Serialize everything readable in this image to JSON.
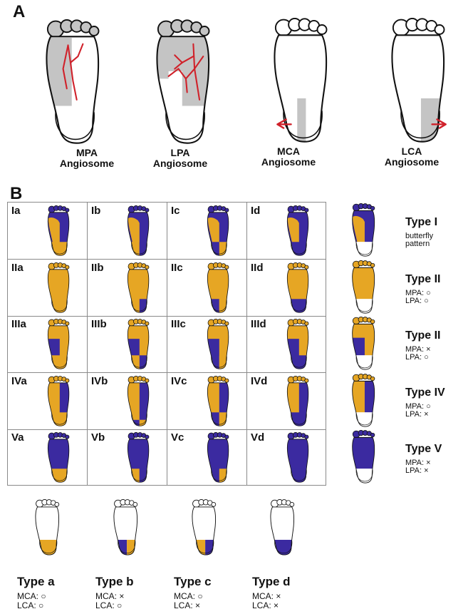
{
  "panel_a": {
    "letter": "A",
    "feet": [
      {
        "line1": "MPA",
        "line2": "Angiosome"
      },
      {
        "line1": "LPA",
        "line2": "Angiosome"
      },
      {
        "line1": "MCA",
        "line2": "Angiosome"
      },
      {
        "line1": "LCA",
        "line2": "Angiosome"
      }
    ]
  },
  "panel_b": {
    "letter": "B",
    "grid_labels": [
      [
        "Ia",
        "Ib",
        "Ic",
        "Id"
      ],
      [
        "IIa",
        "IIb",
        "IIc",
        "IId"
      ],
      [
        "IIIa",
        "IIIb",
        "IIIc",
        "IIId"
      ],
      [
        "IVa",
        "IVb",
        "IVc",
        "IVd"
      ],
      [
        "Va",
        "Vb",
        "Vc",
        "Vd"
      ]
    ],
    "row_types": [
      {
        "title": "Type I",
        "line1": "butterfly",
        "line2": "pattern"
      },
      {
        "title": "Type II",
        "line1": "MPA: ○",
        "line2": "LPA: ○"
      },
      {
        "title": "Type II",
        "line1": "MPA: ×",
        "line2": "LPA: ○"
      },
      {
        "title": "Type IV",
        "line1": "MPA: ○",
        "line2": "LPA: ×"
      },
      {
        "title": "Type V",
        "line1": "MPA: ×",
        "line2": "LPA: ×"
      }
    ],
    "bottom_types": [
      {
        "title": "Type a",
        "line1": "MCA: ○",
        "line2": "LCA: ○"
      },
      {
        "title": "Type b",
        "line1": "MCA: ×",
        "line2": "LCA: ○"
      },
      {
        "title": "Type c",
        "line1": "MCA: ○",
        "line2": "LCA: ×"
      },
      {
        "title": "Type d",
        "line1": "MCA: ×",
        "line2": "LCA: ×"
      }
    ]
  },
  "colors": {
    "purple": "#3b2aa0",
    "gold": "#e6a624",
    "gray": "#c4c4c4",
    "artery_red": "#d0212a",
    "outline": "#111111"
  }
}
